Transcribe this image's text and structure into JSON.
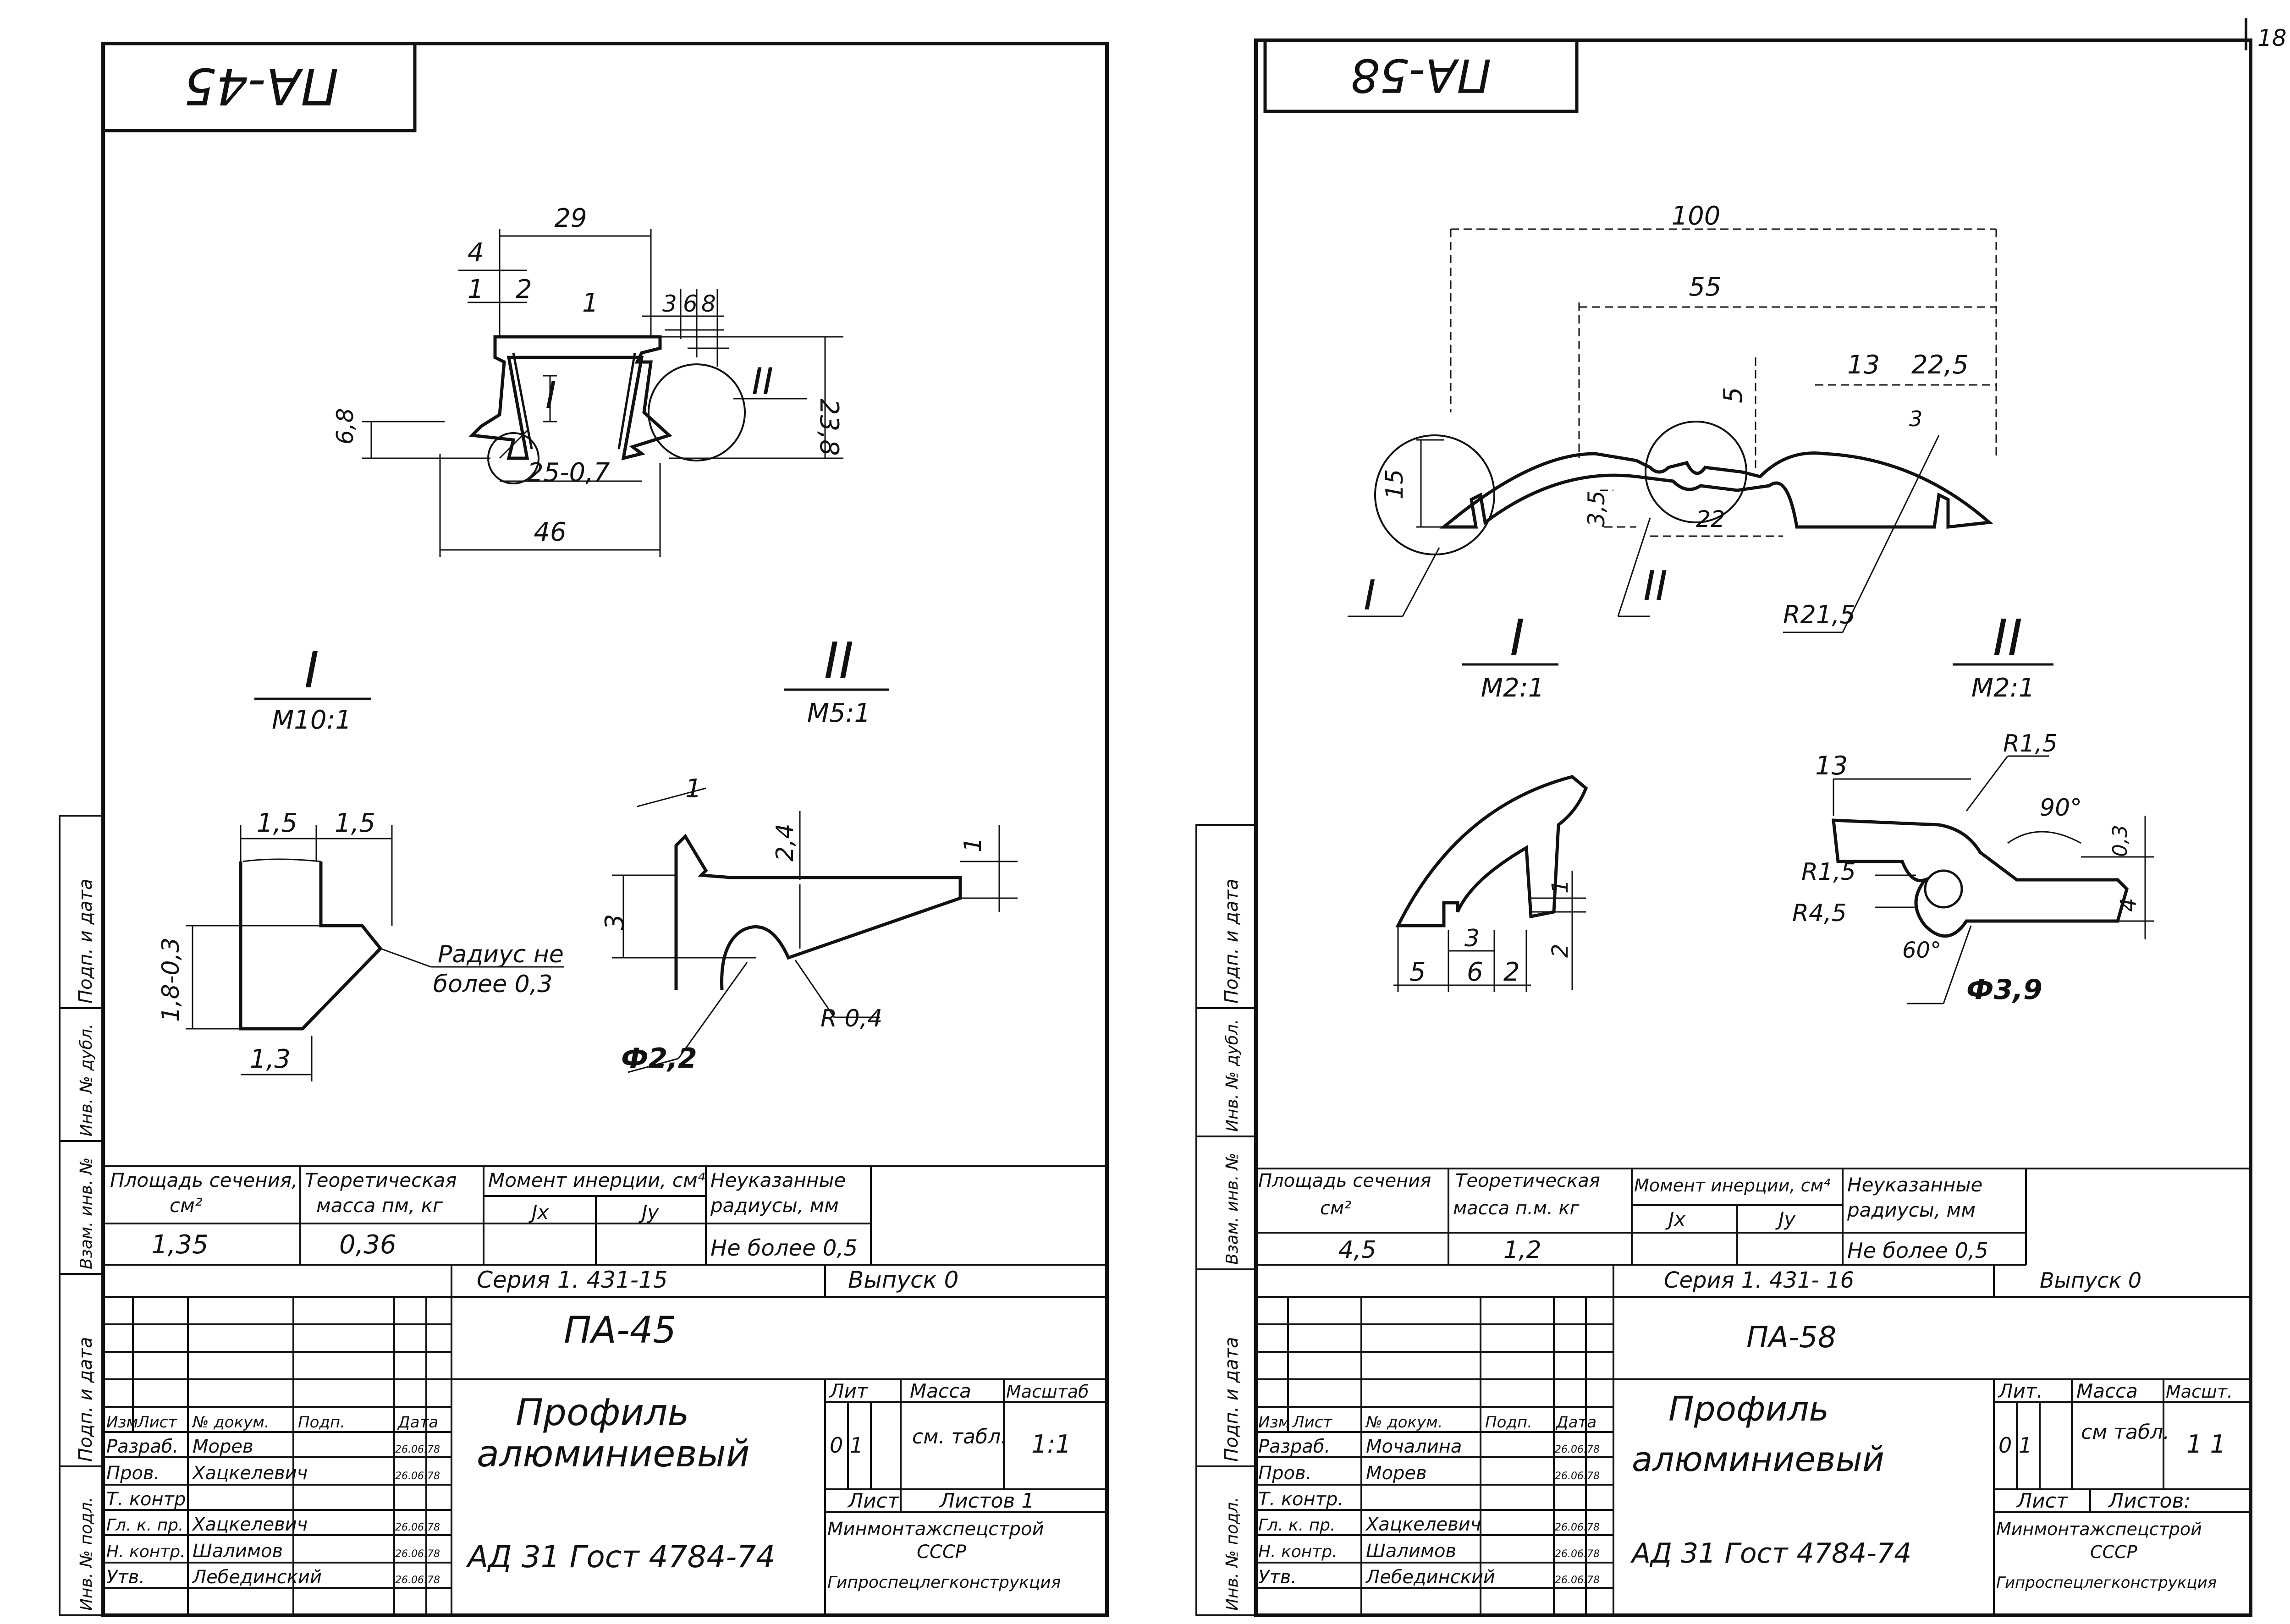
{
  "page_number": "18",
  "sheets": [
    {
      "id": "pa45",
      "title_tab": "ПА-45",
      "profile_dims": {
        "w29": "29",
        "w4": "4",
        "w1": "1",
        "w2": "2",
        "w1b": "1",
        "h3": "3",
        "h6": "6",
        "h8": "8",
        "h238": "23,8",
        "h68": "6,8",
        "w25": "25-0,7",
        "w46": "46",
        "mark1": "I",
        "mark2": "II"
      },
      "detail1": {
        "title": "I",
        "scale": "М10:1",
        "d15a": "1,5",
        "d15b": "1,5",
        "d18": "1,8-0,3",
        "d13": "1,3",
        "note_l1": "Радиус не",
        "note_l2": "более 0,3"
      },
      "detail2": {
        "title": "II",
        "scale": "М5:1",
        "d1": "1",
        "d24": "2,4",
        "d3": "3",
        "d1r": "1",
        "d22": "Ф2,2",
        "r04": "R 0,4"
      },
      "props": {
        "area_label_1": "Площадь сечения,",
        "area_label_2": "см²",
        "mass_label_1": "Теоретическая",
        "mass_label_2": "масса пм, кг",
        "inertia_label": "Момент инерции, см⁴",
        "jx": "Jx",
        "jy": "Jy",
        "radii_label_1": "Неуказанные",
        "radii_label_2": "радиусы, мм",
        "area": "1,35",
        "mass": "0,36",
        "radii": "Не более 0,5"
      },
      "stamp": {
        "series": "Серия 1. 431-15",
        "issue": "Выпуск 0",
        "code": "ПА-45",
        "name_1": "Профиль",
        "name_2": "алюминиевый",
        "material": "АД 31 Гост 4784-74",
        "lit": "Лит",
        "massa": "Масса",
        "scale_lbl": "Масштаб",
        "lit_val": "0 1",
        "mass_val": "см. табл.",
        "scale_val": "1:1",
        "sheet": "Лист",
        "sheets": "Листов 1",
        "org_1": "Минмонтажспецстрой",
        "org_2": "СССР",
        "org_3": "Гипроспецлегконструкция",
        "hdr": [
          "Изм",
          "Лист",
          "№ докум.",
          "Подп.",
          "Дата"
        ],
        "rows": [
          {
            "role": "Разраб.",
            "name": "Морев",
            "date": "26.06.78"
          },
          {
            "role": "Пров.",
            "name": "Хацкелевич",
            "date": "26.06.78"
          },
          {
            "role": "Т. контр.",
            "name": "",
            "date": ""
          },
          {
            "role": "Гл. к. пр.",
            "name": "Хацкелевич",
            "date": "26.06.78"
          },
          {
            "role": "Н. контр.",
            "name": "Шалимов",
            "date": "26.06.78"
          },
          {
            "role": "Утв.",
            "name": "Лебединский",
            "date": "26.06.78"
          }
        ]
      },
      "side": [
        "Подп. и дата",
        "Инв. № дубл.",
        "Взам. инв. №",
        "Подп. и дата",
        "Инв. № подл."
      ]
    },
    {
      "id": "pa58",
      "title_tab": "ПА-58",
      "profile_dims": {
        "w100": "100",
        "w55": "55",
        "w13": "13",
        "w225": "22,5",
        "h5": "5",
        "h3": "3",
        "h15": "15",
        "h35": "3,5",
        "w22": "22",
        "r215": "R21,5",
        "mark1": "I",
        "mark2": "II"
      },
      "detail1": {
        "title": "I",
        "scale": "М2:1",
        "d5": "5",
        "d6": "6",
        "d2": "2",
        "d3": "3",
        "d1": "1",
        "d2v": "2"
      },
      "detail2": {
        "title": "II",
        "scale": "М2:1",
        "d13": "13",
        "r15": "R1,5",
        "a90": "90°",
        "d03": "0,3",
        "r15b": "R1,5",
        "r45": "R4,5",
        "a60": "60°",
        "d4": "4",
        "d39": "Ф3,9"
      },
      "props": {
        "area_label_1": "Площадь сечения",
        "area_label_2": "см²",
        "mass_label_1": "Теоретическая",
        "mass_label_2": "масса п.м. кг",
        "inertia_label": "Момент инерции, см⁴",
        "jx": "Jx",
        "jy": "Jy",
        "radii_label_1": "Неуказанные",
        "radii_label_2": "радиусы, мм",
        "area": "4,5",
        "mass": "1,2",
        "radii": "Не более 0,5"
      },
      "stamp": {
        "series": "Серия 1. 431- 16",
        "issue": "Выпуск 0",
        "code": "ПА-58",
        "name_1": "Профиль",
        "name_2": "алюминиевый",
        "material": "АД 31 Гост 4784-74",
        "lit": "Лит.",
        "massa": "Масса",
        "scale_lbl": "Масшт.",
        "lit_val": "0 1",
        "mass_val": "см табл.",
        "scale_val": "1 1",
        "sheet": "Лист",
        "sheets": "Листов:",
        "org_1": "Минмонтажспецстрой",
        "org_2": "СССР",
        "org_3": "Гипроспецлегконструкция",
        "hdr": [
          "Изм",
          "Лист",
          "№ докум.",
          "Подп.",
          "Дата"
        ],
        "rows": [
          {
            "role": "Разраб.",
            "name": "Мочалина",
            "date": "26.06.78"
          },
          {
            "role": "Пров.",
            "name": "Морев",
            "date": "26.06.78"
          },
          {
            "role": "Т. контр.",
            "name": "",
            "date": ""
          },
          {
            "role": "Гл. к. пр.",
            "name": "Хацкелевич",
            "date": "26.06.78"
          },
          {
            "role": "Н. контр.",
            "name": "Шалимов",
            "date": "26.06.78"
          },
          {
            "role": "Утв.",
            "name": "Лебединский",
            "date": "26.06.78"
          }
        ]
      },
      "side": [
        "Подп. и дата",
        "Инв. № дубл.",
        "Взам. инв. №",
        "Подп. и дата",
        "Инв. № подл."
      ]
    }
  ]
}
